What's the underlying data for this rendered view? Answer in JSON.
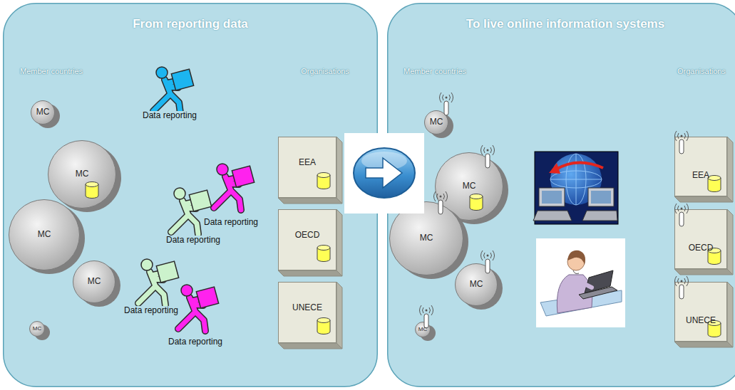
{
  "diagram": {
    "nodes": [
      {
        "text": [
          "From reporting data"
        ]
      },
      {
        "text": [
          "MC"
        ],
        "in": 0
      },
      {
        "text": [
          "MC"
        ],
        "in": 0
      },
      {
        "text": [
          "MC"
        ],
        "in": 0
      },
      {
        "text": [
          "MC"
        ],
        "in": 0
      },
      {
        "text": [
          "MC"
        ],
        "in": 0
      },
      {
        "text": [
          "EEA"
        ],
        "in": 0
      },
      {
        "text": [
          "OECD"
        ],
        "in": 0
      },
      {
        "text": [
          "UNECE"
        ],
        "in": 0
      },
      {
        "text": [
          "To live online information systems"
        ]
      },
      {
        "text": [
          "MC"
        ],
        "in": 9
      },
      {
        "text": [
          "MC"
        ],
        "in": 9
      },
      {
        "text": [
          "MC"
        ],
        "in": 9
      },
      {
        "text": [
          "MC"
        ],
        "in": 9
      },
      {
        "text": [
          "MC"
        ],
        "in": 9
      },
      {
        "text": [
          "EEA"
        ],
        "in": 9
      },
      {
        "text": [
          "OECD"
        ],
        "in": 9
      },
      {
        "text": [
          "UNECE"
        ],
        "in": 9
      }
    ],
    "labels": [
      "Member countries",
      "Organisations",
      "Data reporting",
      "Data reporting",
      "Data reporting",
      "Data reporting",
      "Data reporting",
      "Member countries",
      "Organisations"
    ]
  }
}
